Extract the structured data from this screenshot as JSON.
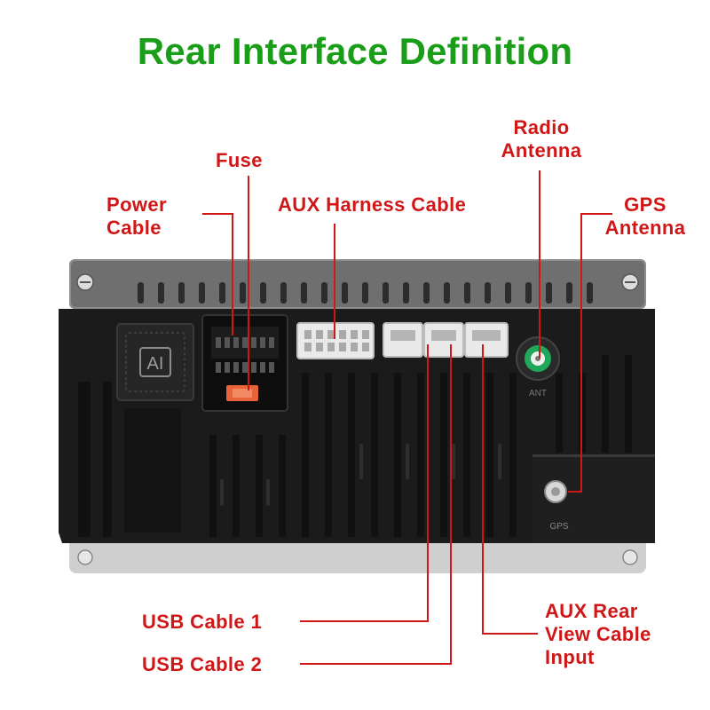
{
  "title": "Rear Interface Definition",
  "labels": {
    "fuse": "Fuse",
    "power_line1": "Power",
    "power_line2": "Cable",
    "aux_harness": "AUX Harness Cable",
    "radio_line1": "Radio",
    "radio_line2": "Antenna",
    "gps_line1": "GPS",
    "gps_line2": "Antenna",
    "usb1": "USB Cable 1",
    "usb2": "USB Cable 2",
    "aux_rear_line1": "AUX Rear",
    "aux_rear_line2": "View Cable",
    "aux_rear_line3": "Input"
  },
  "device_marks": {
    "logo": "AI",
    "radio_port": "ANT",
    "gps_port": "GPS"
  },
  "colors": {
    "title": "#1a9e1a",
    "label": "#d01717",
    "leader": "#d01717",
    "housing": "#1b1b1b",
    "frame": "#8d8d8d",
    "connector": "#e9e9e9",
    "fuse": "#e8623a",
    "antenna_ring": "#1fa85a"
  }
}
